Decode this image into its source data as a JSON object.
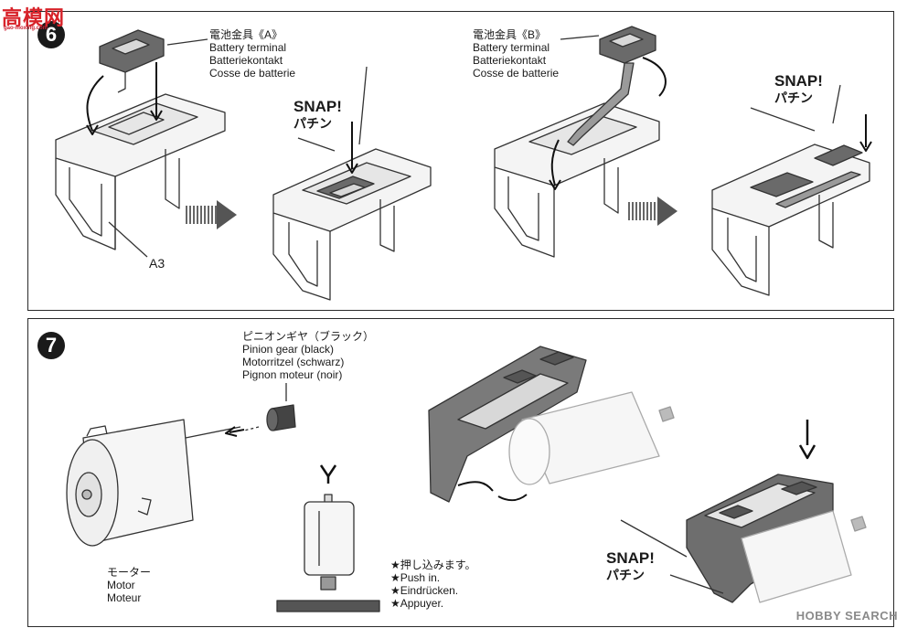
{
  "watermark": {
    "top_left": "高模网",
    "top_left_url": "gao-moxing.com",
    "bottom_right": "HOBBY SEARCH"
  },
  "step6": {
    "number": "6",
    "terminal_a": {
      "jp": "電池金具《A》",
      "en": "Battery terminal",
      "de": "Batteriekontakt",
      "fr": "Cosse de batterie"
    },
    "terminal_b": {
      "jp": "電池金具《B》",
      "en": "Battery terminal",
      "de": "Batteriekontakt",
      "fr": "Cosse de batterie"
    },
    "part_label": "A3",
    "snap_1": {
      "en": "SNAP!",
      "jp": "パチン"
    },
    "snap_2": {
      "en": "SNAP!",
      "jp": "パチン"
    }
  },
  "step7": {
    "number": "7",
    "pinion": {
      "jp": "ピニオンギヤ（ブラック）",
      "en": "Pinion gear (black)",
      "de": "Motorritzel (schwarz)",
      "fr": "Pignon moteur (noir)"
    },
    "motor": {
      "jp": "モーター",
      "en": "Motor",
      "fr": "Moteur"
    },
    "push": {
      "jp": "★押し込みます。",
      "en": "★Push in.",
      "de": "★Eindrücken.",
      "fr": "★Appuyer."
    },
    "snap": {
      "en": "SNAP!",
      "jp": "パチン"
    }
  }
}
